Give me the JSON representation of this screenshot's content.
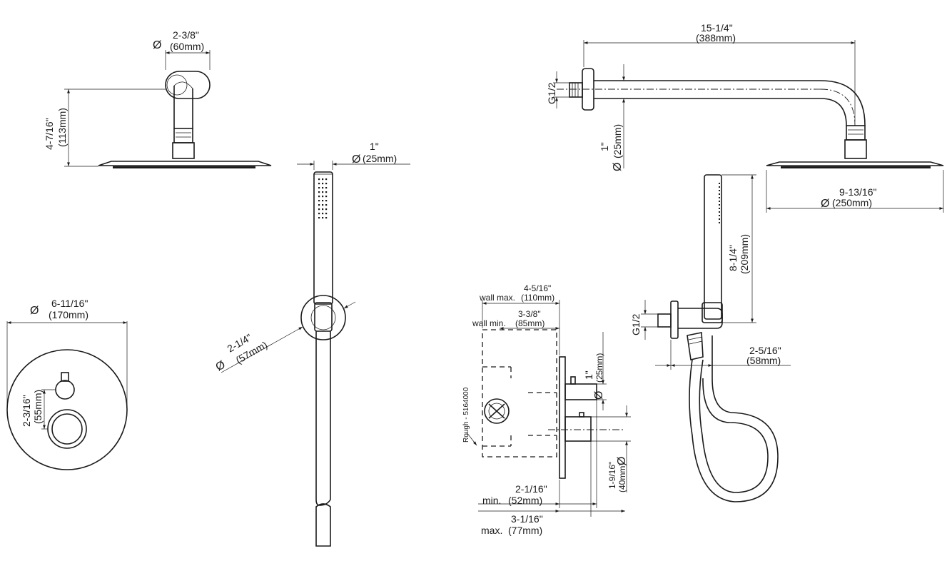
{
  "dimensions": {
    "arm_flange_dia": {
      "symbol": "Ø",
      "imperial": "2-3/8\"",
      "metric": "(60mm)"
    },
    "arm_height": {
      "imperial": "4-7/16\"",
      "metric": "(113mm)"
    },
    "hose_dia": {
      "symbol": "Ø",
      "imperial": "1\"",
      "metric": "(25mm)"
    },
    "holder_dia": {
      "symbol": "Ø",
      "imperial": "2-1/4\"",
      "metric": "(57mm)"
    },
    "plate_dia": {
      "symbol": "Ø",
      "imperial": "6-11/16\"",
      "metric": "(170mm)"
    },
    "plate_spacing": {
      "imperial": "2-3/16\"",
      "metric": "(55mm)"
    },
    "arm_length": {
      "imperial": "15-1/4\"",
      "metric": "(388mm)"
    },
    "arm_thread": {
      "label": "G1/2"
    },
    "arm_tube_dia": {
      "symbol": "Ø",
      "imperial": "1\"",
      "metric": "(25mm)"
    },
    "head_dia": {
      "symbol": "Ø",
      "imperial": "9-13/16\"",
      "metric": "(250mm)"
    },
    "handshower_length": {
      "imperial": "8-1/4\"",
      "metric": "(209mm)"
    },
    "outlet_thread": {
      "label": "G1/2"
    },
    "outlet_projection": {
      "imperial": "2-5/16\"",
      "metric": "(58mm)"
    },
    "wall_max": {
      "label": "wall max.",
      "imperial": "4-5/16\"",
      "metric": "(110mm)"
    },
    "wall_min": {
      "label": "wall min.",
      "imperial": "3-3/8\"",
      "metric": "(85mm)"
    },
    "rough_label": {
      "label": "Rough - 5164000"
    },
    "valve_stem_dia": {
      "symbol": "Ø",
      "imperial": "1\"",
      "metric": "(25mm)"
    },
    "valve_knob_dia": {
      "symbol": "Ø",
      "imperial": "1-9/16\"",
      "metric": "(40mm)"
    },
    "proj_min": {
      "imperial": "2-1/16\"",
      "label": "min.",
      "metric": "(52mm)"
    },
    "proj_max": {
      "imperial": "3-1/16\"",
      "label": "max.",
      "metric": "(77mm)"
    }
  }
}
